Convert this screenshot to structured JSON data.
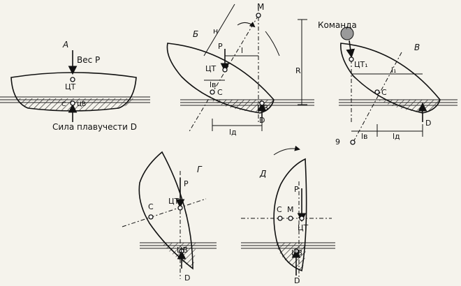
{
  "panels": {
    "A": {
      "letter": "А",
      "weight_label": "Вес P",
      "cg_label": "ЦТ",
      "c_label": "С",
      "cb_label": "ЦВ",
      "buoyancy_label": "Сила плавучести D"
    },
    "B": {
      "letter": "Б",
      "p_label": "P",
      "cg_label": "ЦТ",
      "c_label": "С",
      "cb_label": "ЦВ",
      "d_label": "D",
      "m_label": "M",
      "h_label": "н",
      "r_label": "R",
      "l_label": "l",
      "lv_label": "lв",
      "ld_label": "lд"
    },
    "V": {
      "letter": "В",
      "crew_label": "Команда",
      "cg_label": "ЦТ₁",
      "c_label": "С",
      "d_label": "D",
      "l1_label": "l₁",
      "lv_label": "lв",
      "ld_label": "lд",
      "num_label": "9"
    },
    "G": {
      "letter": "Г",
      "p_label": "P",
      "cg_label": "ЦТ",
      "c_label": "С",
      "cb_label": "ЦВ",
      "d_label": "D"
    },
    "D": {
      "letter": "Д",
      "p_label": "P",
      "c_label": "С",
      "m_label": "М",
      "cg_label": "ЦТ",
      "cb_label": "ЦВ",
      "d_label": "D"
    }
  }
}
